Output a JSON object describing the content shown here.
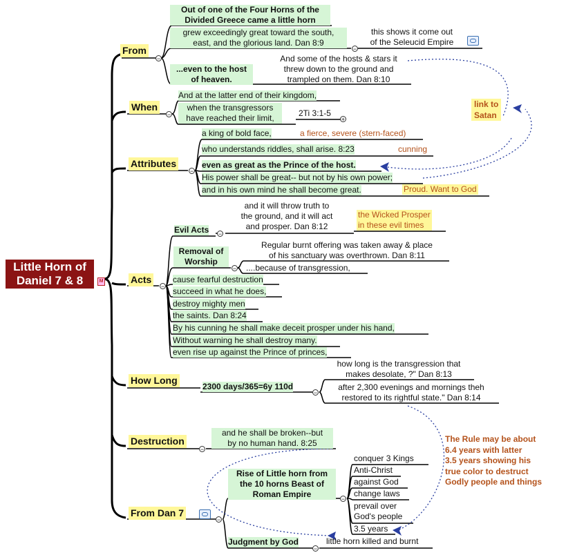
{
  "root": {
    "line1": "Little Horn of",
    "line2": "Daniel 7 & 8"
  },
  "branches": {
    "from": {
      "label": "From",
      "origin": [
        "Out of one of the Four Horns of the",
        "Divided Greece came a little horn"
      ],
      "growth": [
        "grew exceedingly great toward the south,",
        "east, and the glorious land.  Dan 8:9"
      ],
      "seleucid": [
        "this shows it come out",
        "of the Seleucid Empire"
      ],
      "host": [
        "...even to the host",
        "of heaven."
      ],
      "stars": [
        "And some of the hosts & stars it",
        "threw down to the ground and",
        "trampled on them.  Dan 8:10"
      ]
    },
    "when": {
      "label": "When",
      "end": "And at the latter end of their kingdom,",
      "transgressors": [
        "when the transgressors",
        "have reached their limit,"
      ],
      "ref": "2Ti 3:1-5"
    },
    "attributes": {
      "label": "Attributes",
      "bold_face": "a king of bold face,",
      "fierce": "a fierce, severe (stern-faced)",
      "riddles": "who understands riddles, shall arise.  8:23",
      "cunning": "cunning",
      "prince": "even as great as the Prince of the host.",
      "power": "His power shall be great-- but not by his own power;",
      "mind": "and in his own mind he shall become great.",
      "proud": "Proud. Want to God"
    },
    "acts": {
      "label": "Acts",
      "evil_acts": "Evil Acts",
      "truth": [
        "and it will throw truth to",
        "the ground, and it will act",
        "and prosper.  Dan 8:12"
      ],
      "wicked": [
        "the Wicked Prosper",
        "in these evil times"
      ],
      "removal": [
        "Removal of",
        "Worship"
      ],
      "burnt": [
        "Regular burnt offering was taken away & place",
        "of his sanctuary was overthrown.  Dan 8:11"
      ],
      "because": "....because of transgression,",
      "items": [
        "cause fearful destruction",
        "succeed in what he does,",
        "destroy mighty men",
        "the saints.  Dan 8:24",
        "By his cunning he shall make deceit prosper under his hand,",
        "Without warning he shall destroy many.",
        "even rise up against the Prince of princes,"
      ]
    },
    "how_long": {
      "label": "How Long",
      "days": "2300 days/365=6y 110d",
      "q": [
        "how long is the transgression that",
        "makes desolate, ?\"  Dan 8:13"
      ],
      "a": [
        "after 2,300 evenings and mornings theh",
        "restored to its rightful state.\"  Dan 8:14"
      ]
    },
    "destruction": {
      "label": "Destruction",
      "broken": [
        "and he shall be broken--but",
        "by no human hand.  8:25"
      ]
    },
    "from_dan7": {
      "label": "From Dan 7",
      "rise": [
        "Rise of Little horn from",
        "the 10 horns Beast of",
        "Roman Empire"
      ],
      "items": [
        "conquer 3 Kings",
        "Anti-Christ",
        "against God",
        "change laws",
        "prevail over",
        "God's people",
        "3.5 years"
      ],
      "judgment": "Judgment by God",
      "killed": "little horn killed and burnt"
    }
  },
  "notes": {
    "satan": [
      "link to",
      "Satan"
    ],
    "rule": [
      "The Rule may be about",
      "6.4 years with latter",
      "3.5 years showing his",
      "true color to destruct",
      "Godly people and things"
    ]
  },
  "colors": {
    "node_fill": "#d6f5d6",
    "branch_fill": "#fff799",
    "root_fill": "#8b1414",
    "note_text": "#b4521b",
    "link": "#2a3fa0"
  }
}
